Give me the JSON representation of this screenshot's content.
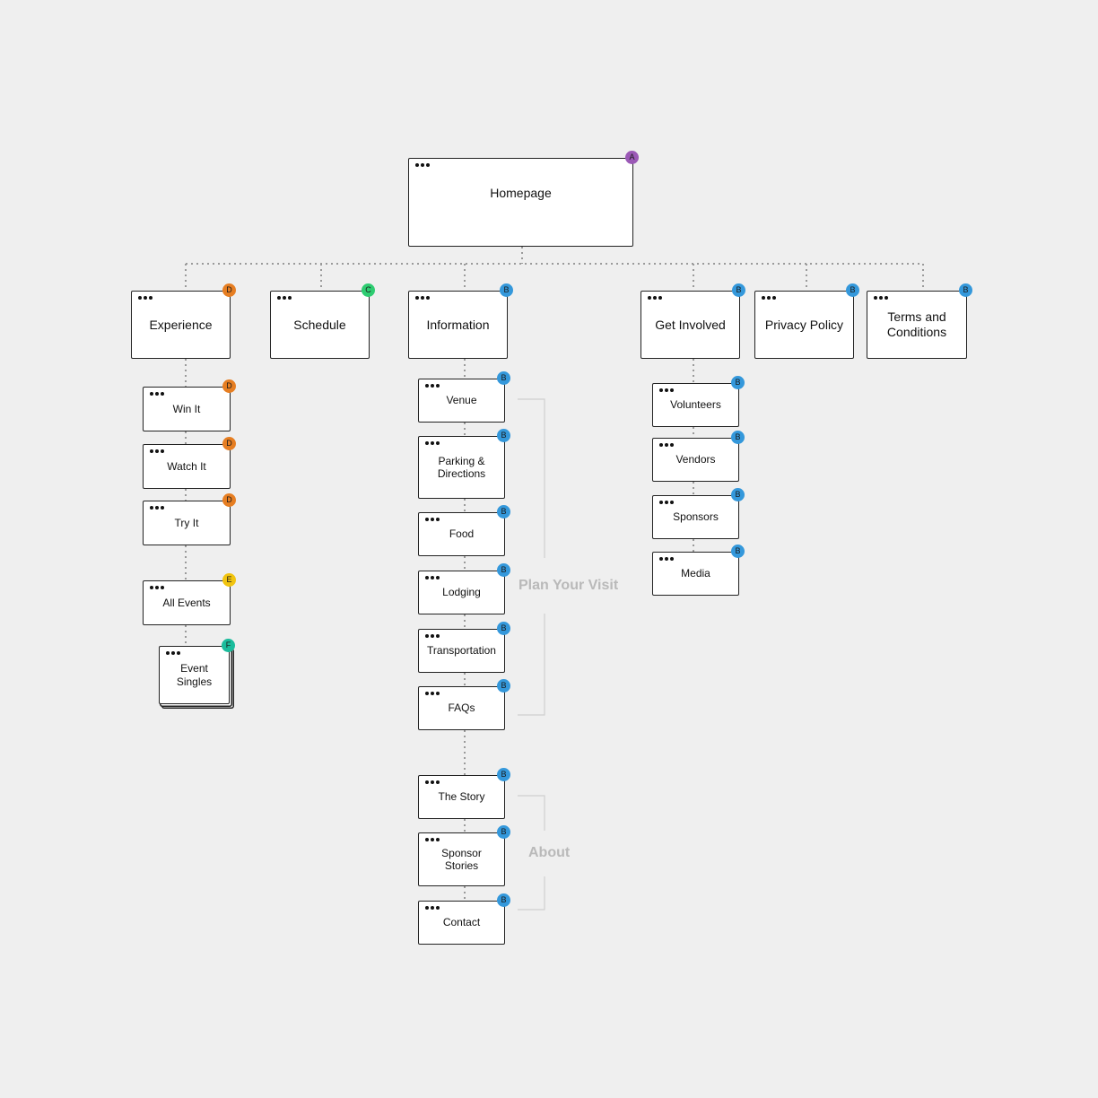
{
  "colors": {
    "A": "#9b59b6",
    "B": "#3498db",
    "C": "#2ecc71",
    "D": "#e67e22",
    "E": "#f1c40f",
    "F": "#1abc9c",
    "connector": "#9a9a9a",
    "group_bracket": "#cfcfcf"
  },
  "nodes": {
    "homepage": {
      "label": "Homepage",
      "badge": "A"
    },
    "experience": {
      "label": "Experience",
      "badge": "D"
    },
    "schedule": {
      "label": "Schedule",
      "badge": "C"
    },
    "information": {
      "label": "Information",
      "badge": "B"
    },
    "get_involved": {
      "label": "Get Involved",
      "badge": "B"
    },
    "privacy_policy": {
      "label": "Privacy Policy",
      "badge": "B"
    },
    "terms": {
      "label": "Terms and Conditions",
      "badge": "B"
    },
    "win_it": {
      "label": "Win It",
      "badge": "D"
    },
    "watch_it": {
      "label": "Watch It",
      "badge": "D"
    },
    "try_it": {
      "label": "Try It",
      "badge": "D"
    },
    "all_events": {
      "label": "All Events",
      "badge": "E"
    },
    "event_singles": {
      "label": "Event Singles",
      "badge": "F"
    },
    "venue": {
      "label": "Venue",
      "badge": "B"
    },
    "parking": {
      "label": "Parking & Directions",
      "badge": "B"
    },
    "food": {
      "label": "Food",
      "badge": "B"
    },
    "lodging": {
      "label": "Lodging",
      "badge": "B"
    },
    "transportation": {
      "label": "Transportation",
      "badge": "B"
    },
    "faqs": {
      "label": "FAQs",
      "badge": "B"
    },
    "the_story": {
      "label": "The Story",
      "badge": "B"
    },
    "sponsor_stories": {
      "label": "Sponsor Stories",
      "badge": "B"
    },
    "contact": {
      "label": "Contact",
      "badge": "B"
    },
    "volunteers": {
      "label": "Volunteers",
      "badge": "B"
    },
    "vendors": {
      "label": "Vendors",
      "badge": "B"
    },
    "sponsors": {
      "label": "Sponsors",
      "badge": "B"
    },
    "media": {
      "label": "Media",
      "badge": "B"
    }
  },
  "groups": {
    "plan_your_visit": "Plan Your Visit",
    "about": "About"
  }
}
